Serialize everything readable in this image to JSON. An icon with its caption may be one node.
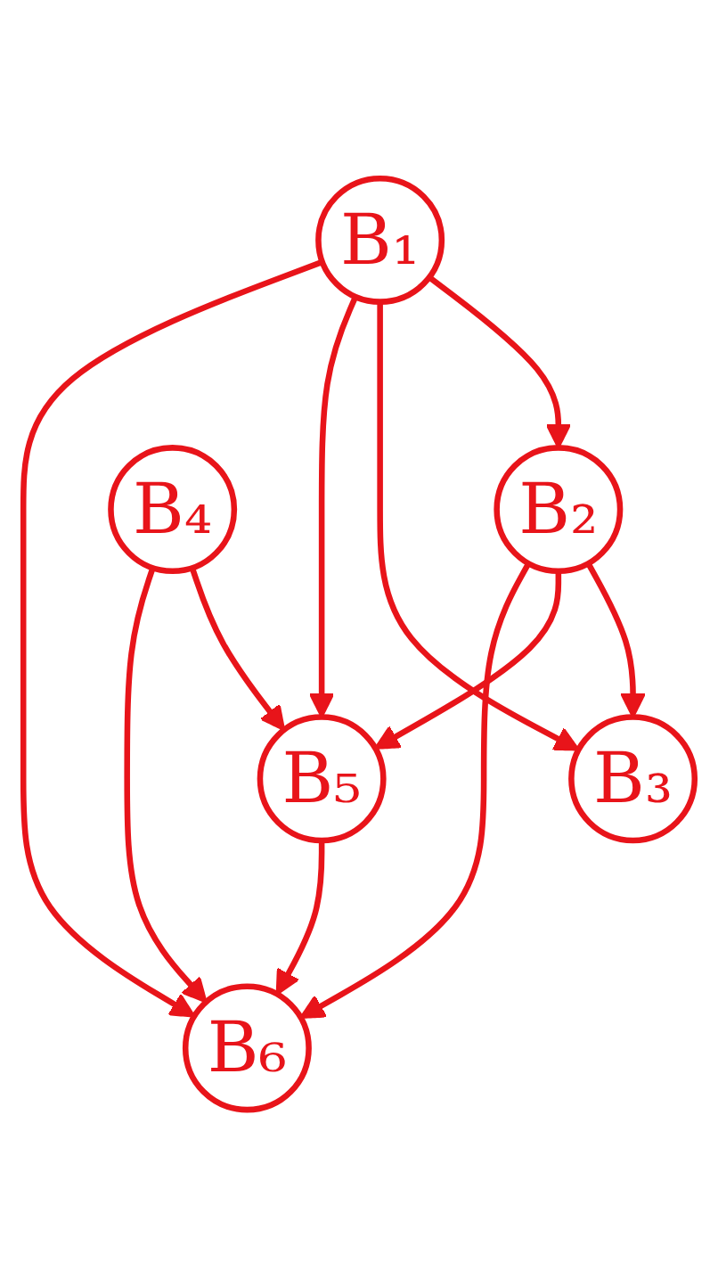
{
  "diagram": {
    "nodes": [
      {
        "text": [
          "B₁"
        ]
      },
      {
        "text": [
          "B₂"
        ]
      },
      {
        "text": [
          "B₃"
        ]
      },
      {
        "text": [
          "B₄"
        ]
      },
      {
        "text": [
          "B₅"
        ]
      },
      {
        "text": [
          "B₆"
        ]
      }
    ],
    "edges": [
      {
        "from": 0,
        "to": 1,
        "arrow": "to"
      },
      {
        "from": 0,
        "to": 2,
        "arrow": "to"
      },
      {
        "from": 0,
        "to": 4,
        "arrow": "to"
      },
      {
        "from": 0,
        "to": 5,
        "arrow": "to"
      },
      {
        "from": 1,
        "to": 2,
        "arrow": "to"
      },
      {
        "from": 1,
        "to": 4,
        "arrow": "to"
      },
      {
        "from": 1,
        "to": 5,
        "arrow": "to"
      },
      {
        "from": 3,
        "to": 4,
        "arrow": "to"
      },
      {
        "from": 3,
        "to": 5,
        "arrow": "to"
      },
      {
        "from": 4,
        "to": 5,
        "arrow": "to"
      }
    ]
  }
}
